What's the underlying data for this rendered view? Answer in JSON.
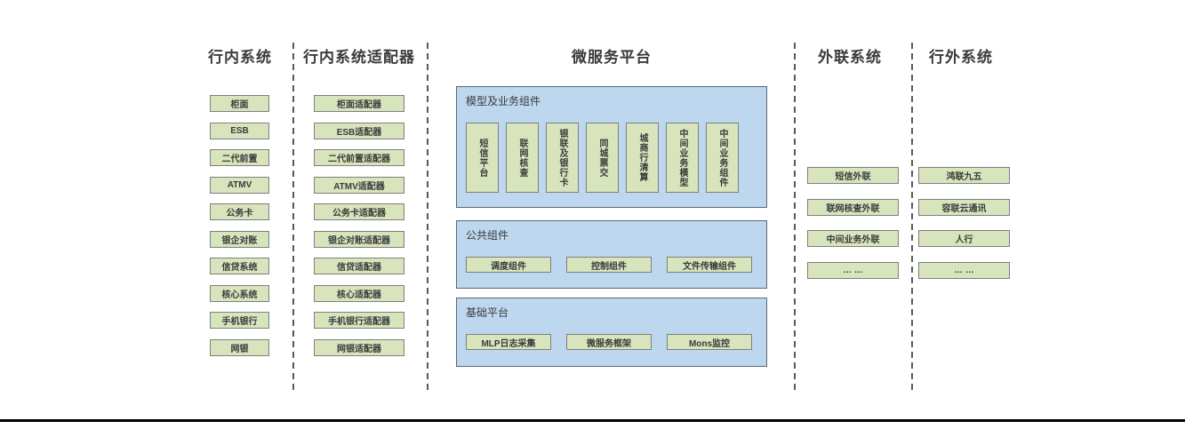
{
  "colors": {
    "box_fill": "#d7e4bc",
    "box_border": "#7f7f7f",
    "panel_fill": "#bdd7ee",
    "panel_border": "#5b6770",
    "separator": "#595959",
    "text": "#3b3b3b",
    "bottom_rule": "#000000"
  },
  "left_columns": [
    {
      "header": "行内系统",
      "items": [
        "柜面",
        "ESB",
        "二代前置",
        "ATMV",
        "公务卡",
        "银企对账",
        "信贷系统",
        "核心系统",
        "手机银行",
        "网银"
      ]
    },
    {
      "header": "行内系统适配器",
      "items": [
        "柜面适配器",
        "ESB适配器",
        "二代前置适配器",
        "ATMV适配器",
        "公务卡适配器",
        "银企对账适配器",
        "信贷适配器",
        "核心适配器",
        "手机银行适配器",
        "网银适配器"
      ]
    }
  ],
  "platform": {
    "header": "微服务平台",
    "groups": [
      {
        "label": "模型及业务组件",
        "items": [
          "短信平台",
          "联网核查",
          "银联及银行卡",
          "同城票交",
          "城商行清算",
          "中间业务模型",
          "中间业务组件"
        ]
      },
      {
        "label": "公共组件",
        "items": [
          "调度组件",
          "控制组件",
          "文件传输组件"
        ]
      },
      {
        "label": "基础平台",
        "items": [
          "MLP日志采集",
          "微服务框架",
          "Mons监控"
        ]
      }
    ]
  },
  "right_columns": [
    {
      "header": "外联系统",
      "items": [
        "短信外联",
        "联网核查外联",
        "中间业务外联",
        "… …"
      ]
    },
    {
      "header": "行外系统",
      "items": [
        "鸿联九五",
        "容联云通讯",
        "人行",
        "… …"
      ]
    }
  ]
}
